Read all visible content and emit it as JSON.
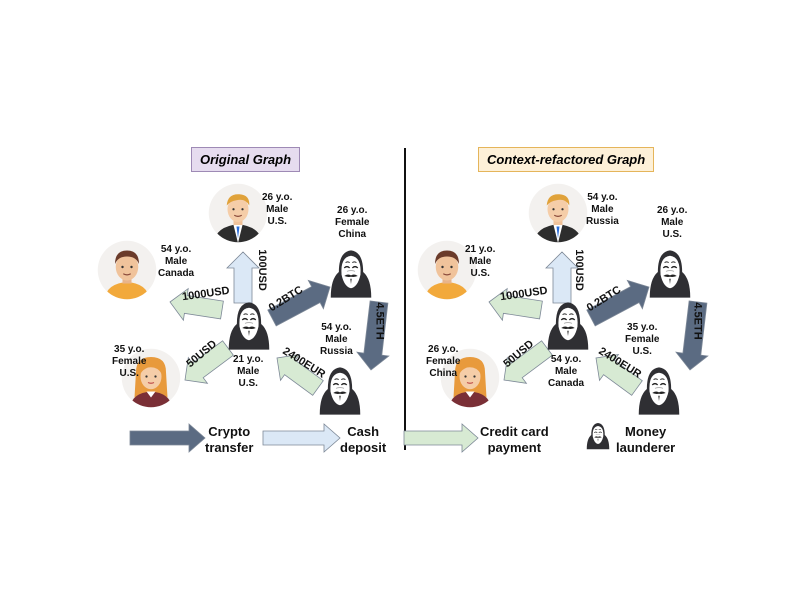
{
  "original": {
    "title": "Original Graph",
    "nodes": {
      "top": "26 y.o.\nMale\nU.S.",
      "left": "54 y.o.\nMale\nCanada",
      "center": "21 y.o.\nMale\nU.S.",
      "bottom_left": "35 y.o.\nFemale\nU.S.",
      "top_right": "26 y.o.\nFemale\nChina",
      "bottom_right": "54 y.o.\nMale\nRussia"
    },
    "edges": {
      "to_top": "100USD",
      "to_left": "1000USD",
      "to_top_right": "0.2BTC",
      "to_bottom_left": "50USD",
      "from_bottom_right": "2400EUR",
      "top_right_to_bottom_right": "4.5ETH"
    }
  },
  "refactored": {
    "title": "Context-refactored Graph",
    "nodes": {
      "top": "54 y.o.\nMale\nRussia",
      "left": "21 y.o.\nMale\nU.S.",
      "center": "54 y.o.\nMale\nCanada",
      "bottom_left": "26 y.o.\nFemale\nChina",
      "top_right": "26 y.o.\nMale\nU.S.",
      "bottom_right": "35 y.o.\nFemale\nU.S."
    },
    "edges": {
      "to_top": "100USD",
      "to_left": "1000USD",
      "to_top_right": "0.2BTC",
      "to_bottom_left": "50USD",
      "from_bottom_right": "2400EUR",
      "top_right_to_bottom_right": "4.5ETH"
    }
  },
  "legend": {
    "crypto_transfer": "Crypto\ntransfer",
    "cash_deposit": "Cash\ndeposit",
    "credit_card_payment": "Credit card\npayment",
    "money_launderer": "Money\nlaunderer"
  },
  "colors": {
    "crypto": "#5b6b82",
    "cash": "#dbe8f6",
    "credit": "#d7ead3",
    "original_title_bg": "#e6dcef",
    "original_title_border": "#9e8ab5",
    "refactored_title_bg": "#fdf0d8",
    "refactored_title_border": "#e5b55a"
  }
}
